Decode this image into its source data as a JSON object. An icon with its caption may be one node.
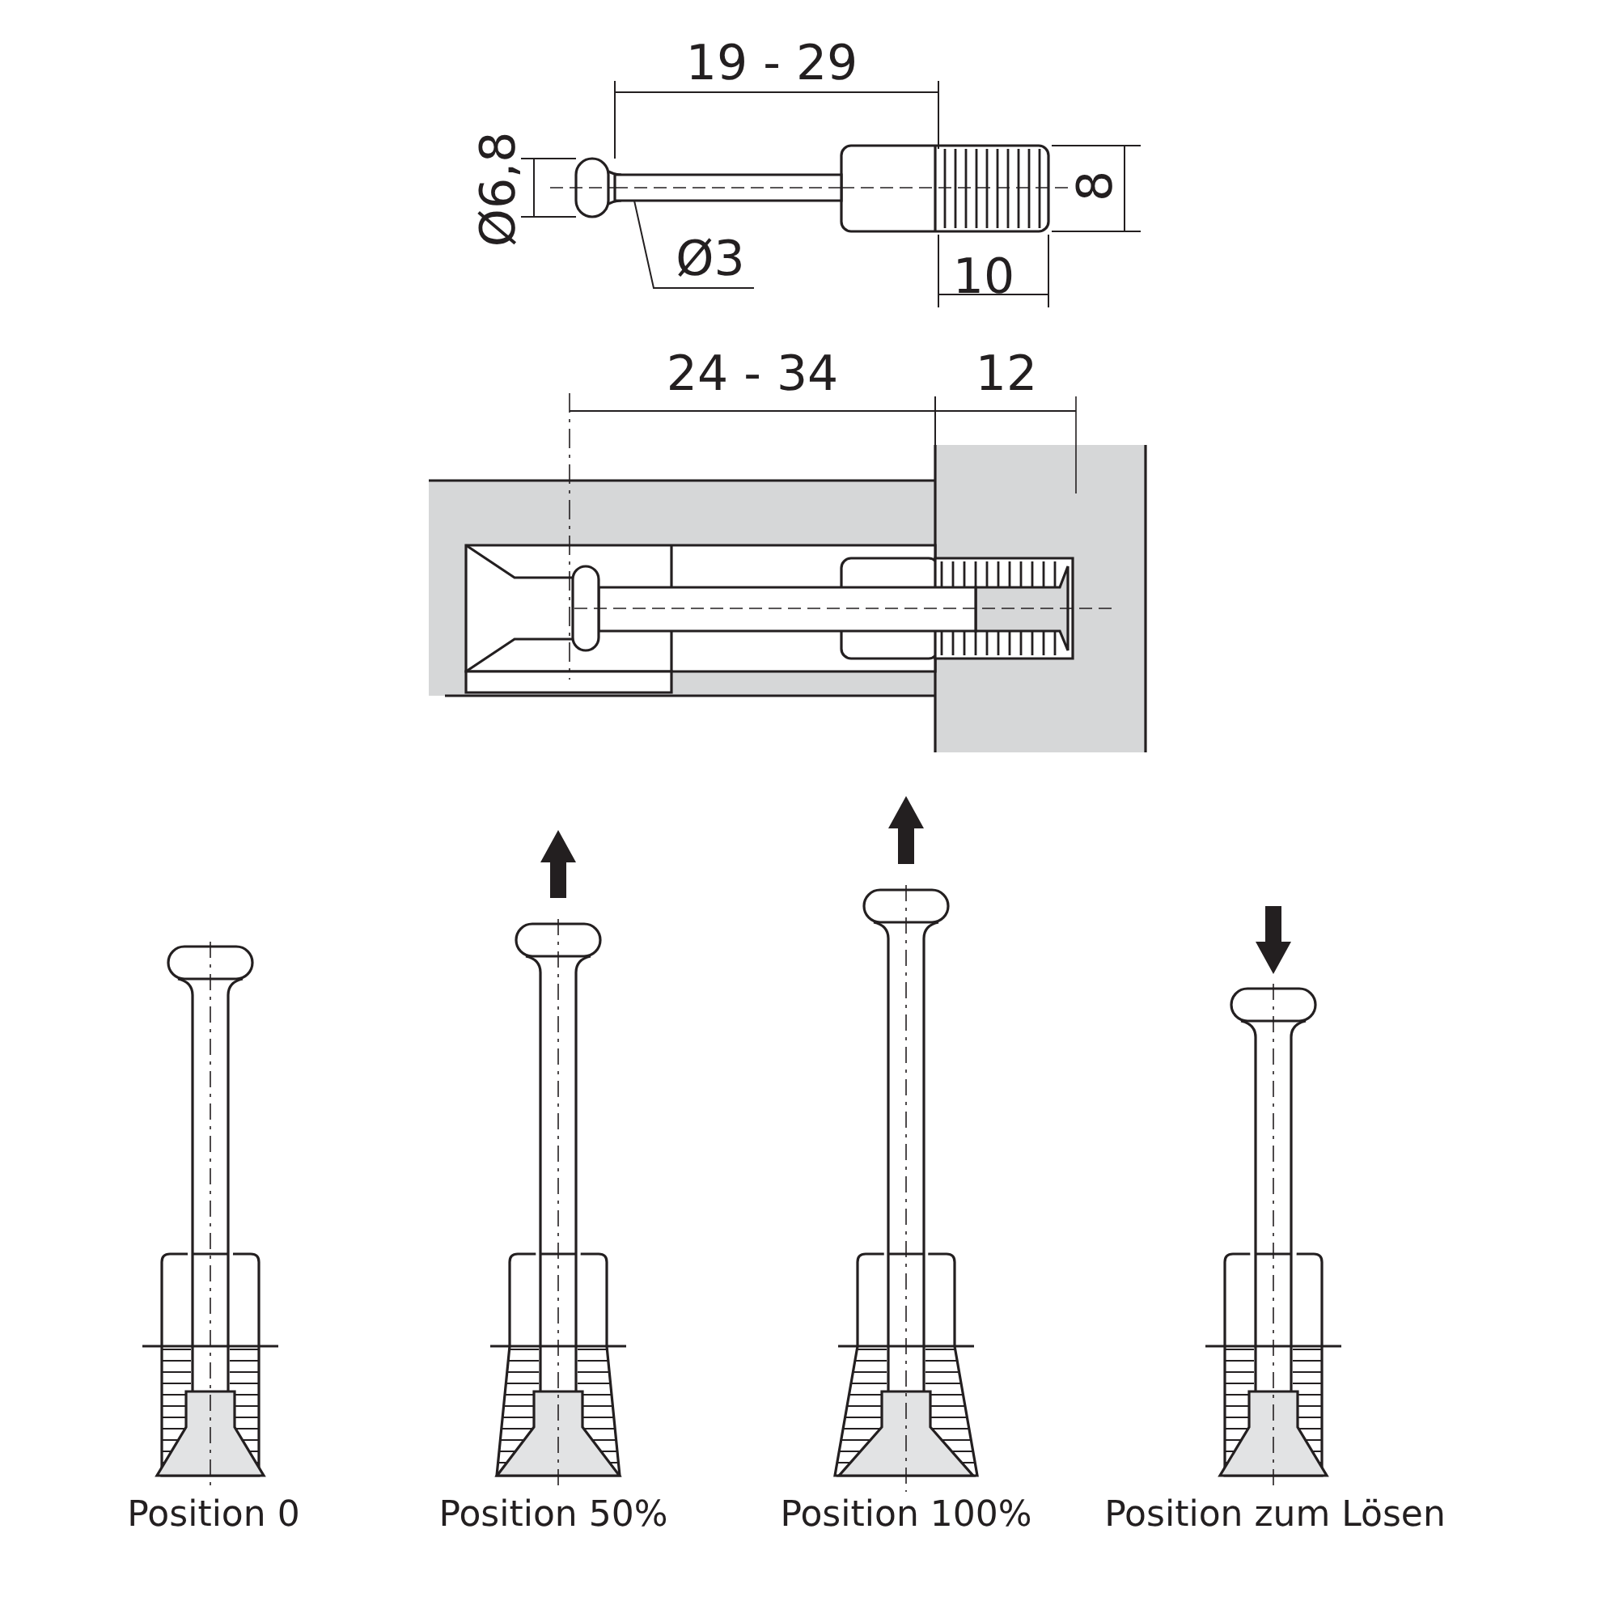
{
  "diagram": {
    "nodes": [
      {
        "text": [
          "Ø3"
        ]
      },
      {
        "text": [],
        "shape": "bar"
      }
    ],
    "edges": [
      {
        "from": 0,
        "to": 1,
        "arrow": "none"
      }
    ],
    "labels": [
      "19 - 29",
      "Ø6,8",
      "8",
      "10",
      "24 - 34",
      "12",
      "Position 0",
      "Position 50%",
      "Position 100%",
      "Position zum Lösen"
    ]
  }
}
